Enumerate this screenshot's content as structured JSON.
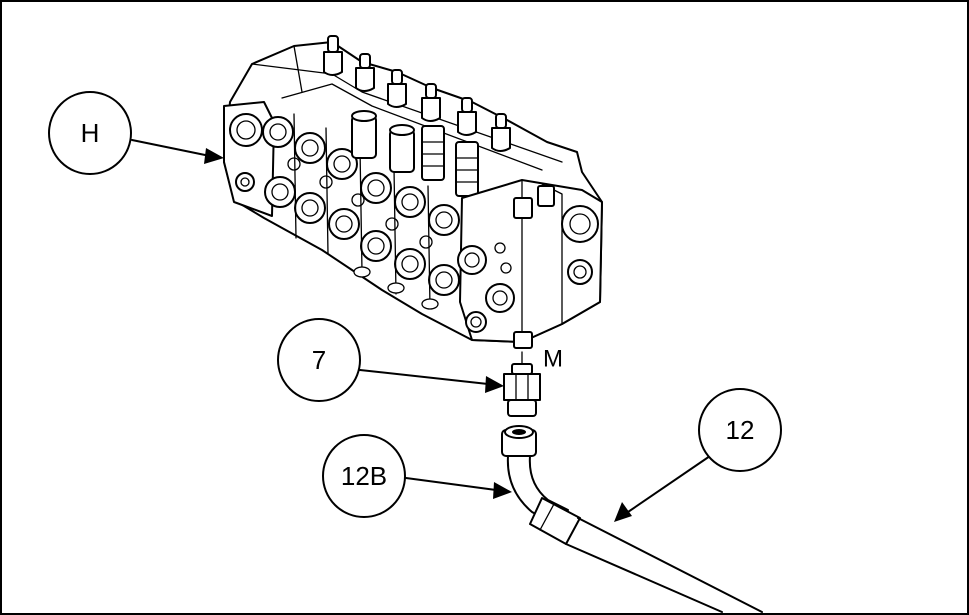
{
  "callouts": {
    "valve_block": "H",
    "fitting": "7",
    "hose_end": "12B",
    "hose": "12"
  },
  "labels": {
    "port": "M"
  },
  "colors": {
    "line": "#000000",
    "background": "#ffffff",
    "shade": "#d9d9d9"
  }
}
